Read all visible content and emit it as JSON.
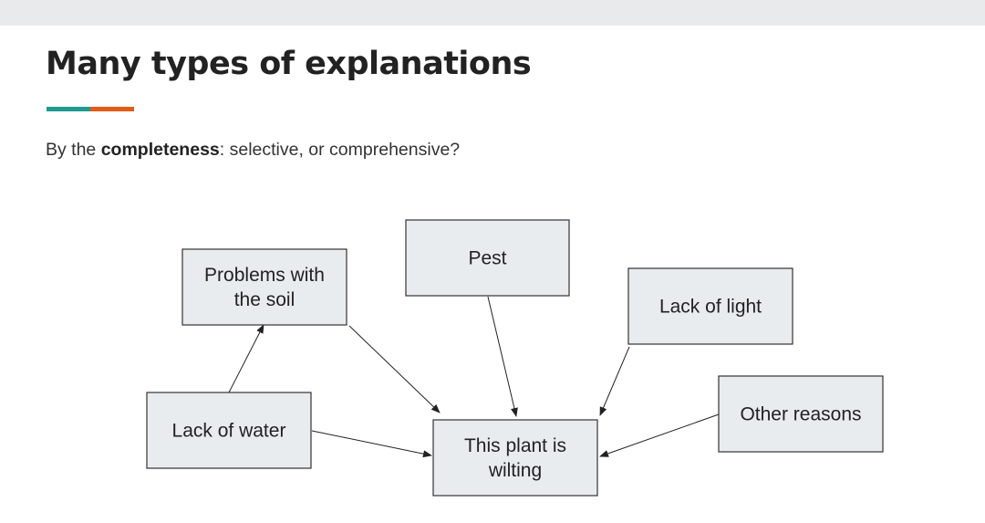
{
  "title": "Many types of explanations",
  "subtitle": {
    "prefix": "By the ",
    "emphasis": "completeness",
    "suffix": ": selective, or comprehensive?"
  },
  "colors": {
    "accent_teal": "#1f9a8f",
    "accent_orange": "#e35b18",
    "node_fill": "#e9ecef"
  },
  "diagram": {
    "nodes": [
      {
        "id": "soil",
        "lines": [
          "Problems with",
          "the soil"
        ]
      },
      {
        "id": "pest",
        "lines": [
          "Pest"
        ]
      },
      {
        "id": "light",
        "lines": [
          "Lack of light"
        ]
      },
      {
        "id": "water",
        "lines": [
          "Lack of water"
        ]
      },
      {
        "id": "other",
        "lines": [
          "Other reasons"
        ]
      },
      {
        "id": "wilting",
        "lines": [
          "This plant is",
          "wilting"
        ]
      }
    ],
    "edges": [
      {
        "from": "water",
        "to": "soil"
      },
      {
        "from": "soil",
        "to": "wilting"
      },
      {
        "from": "pest",
        "to": "wilting"
      },
      {
        "from": "light",
        "to": "wilting"
      },
      {
        "from": "water",
        "to": "wilting"
      },
      {
        "from": "other",
        "to": "wilting"
      }
    ]
  }
}
